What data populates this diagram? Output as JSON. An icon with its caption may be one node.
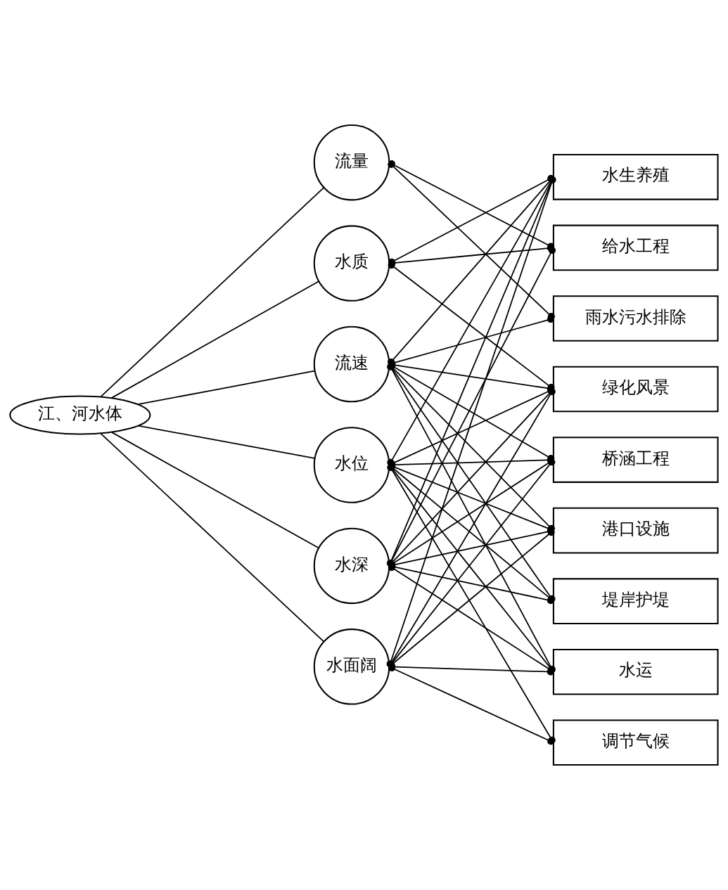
{
  "diagram": {
    "nodes": [
      {
        "text": [
          "江、河水体"
        ]
      },
      {
        "text": [
          "流量"
        ]
      },
      {
        "text": [
          "水质"
        ]
      },
      {
        "text": [
          "流速"
        ]
      },
      {
        "text": [
          "水位"
        ]
      },
      {
        "text": [
          "水深"
        ]
      },
      {
        "text": [
          "水面阔"
        ]
      },
      {
        "text": [
          "水生养殖"
        ]
      },
      {
        "text": [
          "给水工程"
        ]
      },
      {
        "text": [
          "雨水污水排除"
        ]
      },
      {
        "text": [
          "绿化风景"
        ]
      },
      {
        "text": [
          "桥涵工程"
        ]
      },
      {
        "text": [
          "港口设施"
        ]
      },
      {
        "text": [
          "堤岸护堤"
        ]
      },
      {
        "text": [
          "水运"
        ]
      },
      {
        "text": [
          "调节气候"
        ]
      }
    ],
    "edges": [
      {
        "from": 0,
        "to": 1,
        "arrow": "none"
      },
      {
        "from": 0,
        "to": 2,
        "arrow": "none"
      },
      {
        "from": 0,
        "to": 3,
        "arrow": "none"
      },
      {
        "from": 0,
        "to": 4,
        "arrow": "none"
      },
      {
        "from": 0,
        "to": 5,
        "arrow": "none"
      },
      {
        "from": 0,
        "to": 6,
        "arrow": "none"
      },
      {
        "from": 1,
        "to": 8,
        "arrow": "other"
      },
      {
        "from": 1,
        "to": 9,
        "arrow": "other"
      },
      {
        "from": 2,
        "to": 7,
        "arrow": "other"
      },
      {
        "from": 2,
        "to": 8,
        "arrow": "other"
      },
      {
        "from": 2,
        "to": 10,
        "arrow": "other"
      },
      {
        "from": 3,
        "to": 7,
        "arrow": "other"
      },
      {
        "from": 3,
        "to": 9,
        "arrow": "other"
      },
      {
        "from": 3,
        "to": 10,
        "arrow": "other"
      },
      {
        "from": 3,
        "to": 11,
        "arrow": "other"
      },
      {
        "from": 3,
        "to": 12,
        "arrow": "other"
      },
      {
        "from": 3,
        "to": 13,
        "arrow": "other"
      },
      {
        "from": 3,
        "to": 14,
        "arrow": "other"
      },
      {
        "from": 4,
        "to": 7,
        "arrow": "other"
      },
      {
        "from": 4,
        "to": 10,
        "arrow": "other"
      },
      {
        "from": 4,
        "to": 11,
        "arrow": "other"
      },
      {
        "from": 4,
        "to": 12,
        "arrow": "other"
      },
      {
        "from": 4,
        "to": 13,
        "arrow": "other"
      },
      {
        "from": 4,
        "to": 14,
        "arrow": "other"
      },
      {
        "from": 4,
        "to": 15,
        "arrow": "other"
      },
      {
        "from": 5,
        "to": 7,
        "arrow": "other"
      },
      {
        "from": 5,
        "to": 8,
        "arrow": "other"
      },
      {
        "from": 5,
        "to": 10,
        "arrow": "other"
      },
      {
        "from": 5,
        "to": 11,
        "arrow": "other"
      },
      {
        "from": 5,
        "to": 12,
        "arrow": "other"
      },
      {
        "from": 5,
        "to": 13,
        "arrow": "other"
      },
      {
        "from": 5,
        "to": 14,
        "arrow": "other"
      },
      {
        "from": 6,
        "to": 7,
        "arrow": "other"
      },
      {
        "from": 6,
        "to": 10,
        "arrow": "other"
      },
      {
        "from": 6,
        "to": 11,
        "arrow": "other"
      },
      {
        "from": 6,
        "to": 12,
        "arrow": "other"
      },
      {
        "from": 6,
        "to": 14,
        "arrow": "other"
      },
      {
        "from": 6,
        "to": 15,
        "arrow": "other"
      }
    ]
  }
}
